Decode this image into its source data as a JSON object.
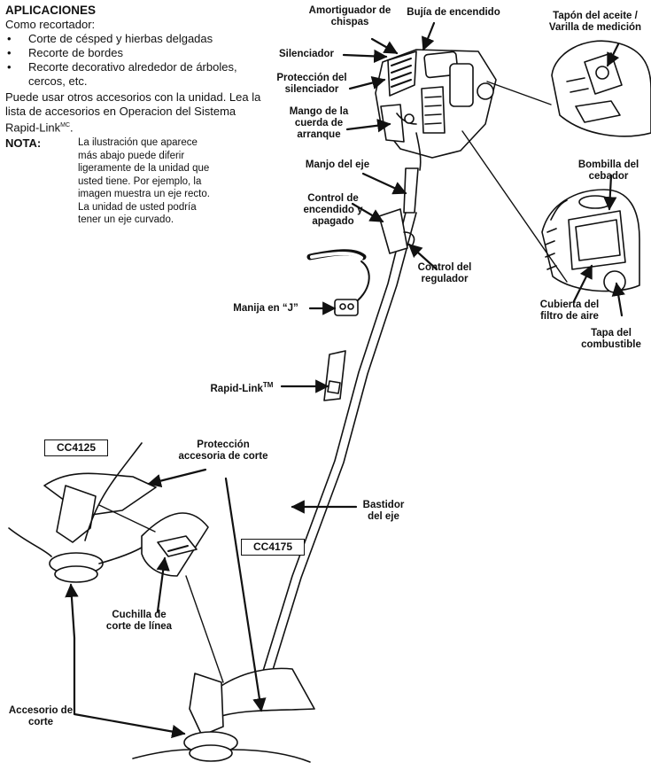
{
  "intro": {
    "heading": "APLICACIONES",
    "lead": "Como recortador:",
    "bullets": [
      "Corte de césped y hierbas delgadas",
      "Recorte de bordes",
      "Recorte decorativo alrededor de árboles, cercos, etc."
    ],
    "paragraph": "Puede usar otros accesorios con la unidad. Lea la lista de accesorios en Operacion del Sistema Rapid-Link",
    "paragraph_sup": "MC",
    "paragraph_end": ".",
    "nota_label": "NOTA:",
    "nota_text": "La ilustración que aparece más abajo puede diferir ligeramente de la unidad que usted tiene. Por ejemplo, la imagen muestra un eje recto. La unidad de usted podría tener un eje curvado."
  },
  "labels": {
    "amortiguador": "Amortiguador de chispas",
    "bujia": "Bujía de encendido",
    "tapon": "Tapón del aceite / Varilla de medición",
    "silenciador": "Silenciador",
    "proteccion_silenciador": "Protección del silenciador",
    "mango_cuerda": "Mango de la cuerda de arranque",
    "manjo_eje": "Manjo del eje",
    "control_encendido": "Control de encendido y apagado",
    "control_regulador": "Control del regulador",
    "bombilla": "Bombilla del cebador",
    "cubierta_filtro": "Cubierta del filtro de aire",
    "tapa_combustible": "Tapa del combustible",
    "manija_j": "Manija en “J”",
    "rapid_link": "Rapid-Link",
    "rapid_link_tm": "TM",
    "proteccion_accesoria": "Protección accesoria de corte",
    "bastidor": "Bastidor del eje",
    "cuchilla": "Cuchilla de corte de línea",
    "accesorio": "Accesorio de corte"
  },
  "models": {
    "left": "CC4125",
    "center": "CC4175"
  }
}
